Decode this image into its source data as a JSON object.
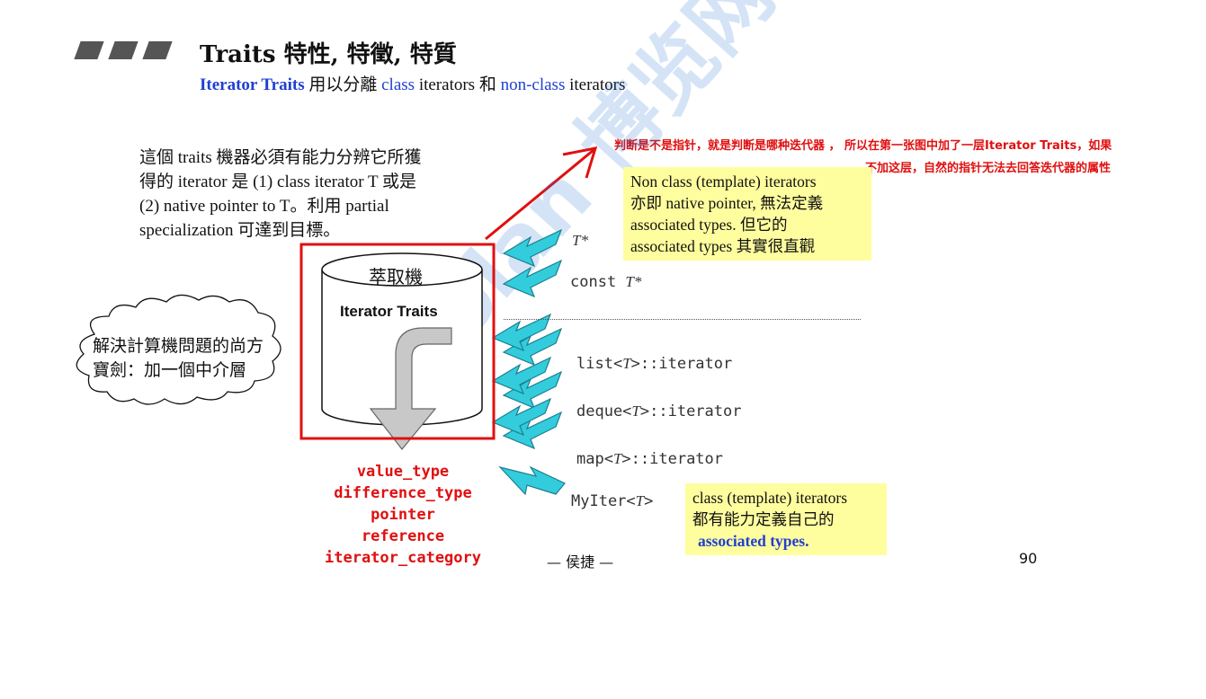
{
  "header": {
    "title": "Traits   特性, 特徵, 特質",
    "subtitle_a": "Iterator Traits",
    "subtitle_b": " 用以分離 ",
    "subtitle_c": "class",
    "subtitle_d": " iterators 和 ",
    "subtitle_e": "non-class",
    "subtitle_f": " iterators"
  },
  "annotation": {
    "line1": "判断是不是指针，就是判断是哪种迭代器 ， 所以在第一张图中加了一层Iterator Traits，如果",
    "line2": "不加这层，自然的指针无法去回答迭代器的属性"
  },
  "description": {
    "l1": "這個 traits 機器必須有能力分辨它所獲",
    "l2": "得的 iterator 是 (1) class iterator T 或是",
    "l3": "(2) native pointer to T。利用 partial",
    "l4": "specialization 可達到目標。"
  },
  "extractor": {
    "top_label": "萃取機",
    "name": "Iterator Traits"
  },
  "cloud": {
    "l1": "解決計算機問題的尚方",
    "l2": "寶劍：加一個中介層"
  },
  "nonclass_box": {
    "l1": "Non class (template) iterators",
    "l2": "亦即 native pointer, 無法定義",
    "l3": "associated types. 但它的",
    "l4": "associated types 其實很直觀"
  },
  "class_box": {
    "l1": "class (template) iterators",
    "l2": "都有能力定義自己的",
    "l3": "associated types."
  },
  "inputs": {
    "ptr_pre": "",
    "ptr_t": "T*",
    "cptr_pre": "const ",
    "cptr_t": "T*",
    "list_pre": "list<",
    "list_t": "T",
    "list_post": ">::iterator",
    "deque_pre": "deque<",
    "deque_t": "T",
    "deque_post": ">::iterator",
    "map_pre": "map<",
    "map_t": "T",
    "map_post": ">::iterator",
    "my_pre": "MyIter<",
    "my_t": "T",
    "my_post": ">"
  },
  "outputs": [
    "value_type",
    "difference_type",
    "pointer",
    "reference",
    "iterator_category"
  ],
  "footer": {
    "author": "— 侯捷 —",
    "page": "90"
  },
  "watermark": {
    "text": "Boolan 博览网"
  },
  "colors": {
    "blue": "#1f3fd1",
    "red": "#e01010",
    "cyan": "#33ccdd",
    "yellow": "#fffe9e"
  }
}
